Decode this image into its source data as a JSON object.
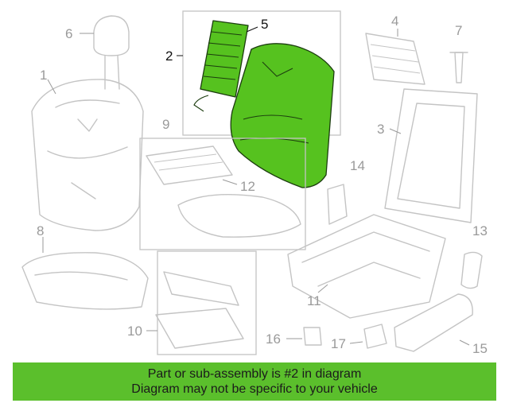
{
  "callouts": {
    "c1": "1",
    "c2": "2",
    "c3": "3",
    "c4": "4",
    "c5": "5",
    "c6": "6",
    "c7": "7",
    "c8": "8",
    "c9": "9",
    "c10": "10",
    "c11": "11",
    "c12": "12",
    "c13": "13",
    "c14": "14",
    "c15": "15",
    "c16": "16",
    "c17": "17"
  },
  "highlighted_part": "2",
  "banner": {
    "line1": "Part or sub-assembly is #2 in diagram",
    "line2": "Diagram may not be specific to your vehicle"
  },
  "colors": {
    "highlight_fill": "#56c21f",
    "banner_bg": "#5bbf2c",
    "part_outline": "#c4c4c4"
  }
}
